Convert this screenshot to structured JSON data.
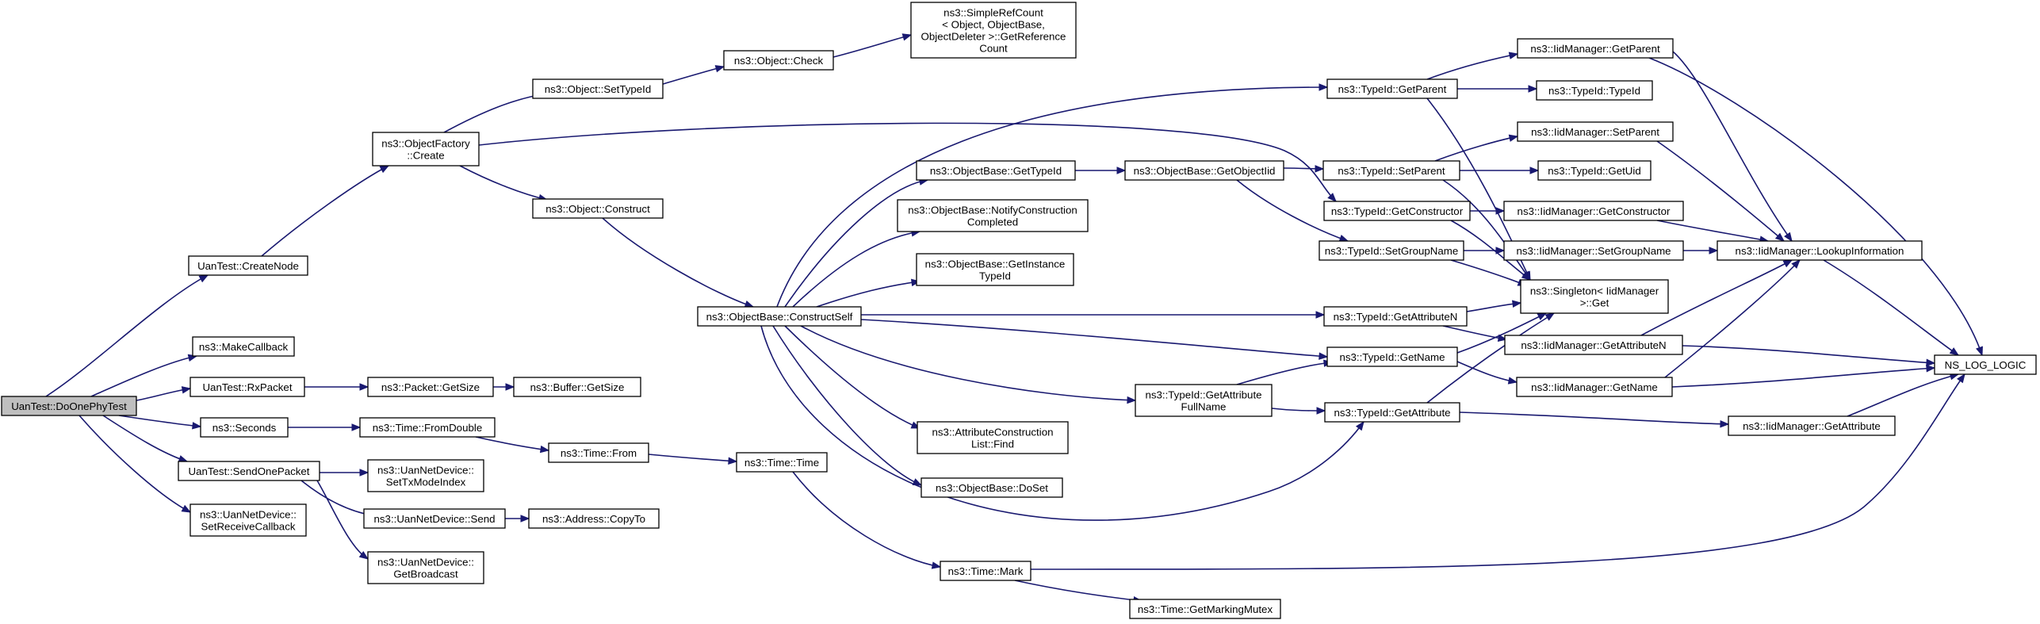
{
  "nodes": [
    {
      "id": "doOnePhyTest",
      "lines": [
        "UanTest::DoOnePhyTest"
      ],
      "root": true
    },
    {
      "id": "createNode",
      "lines": [
        "UanTest::CreateNode"
      ]
    },
    {
      "id": "makeCallback",
      "lines": [
        "ns3::MakeCallback"
      ]
    },
    {
      "id": "rxPacket",
      "lines": [
        "UanTest::RxPacket"
      ]
    },
    {
      "id": "seconds",
      "lines": [
        "ns3::Seconds"
      ]
    },
    {
      "id": "sendOnePacket",
      "lines": [
        "UanTest::SendOnePacket"
      ]
    },
    {
      "id": "setReceiveCallback",
      "lines": [
        "ns3::UanNetDevice::",
        "SetReceiveCallback"
      ]
    },
    {
      "id": "objFactoryCreate",
      "lines": [
        "ns3::ObjectFactory",
        "::Create"
      ]
    },
    {
      "id": "packetGetSize",
      "lines": [
        "ns3::Packet::GetSize"
      ]
    },
    {
      "id": "bufferGetSize",
      "lines": [
        "ns3::Buffer::GetSize"
      ]
    },
    {
      "id": "fromDouble",
      "lines": [
        "ns3::Time::FromDouble"
      ]
    },
    {
      "id": "setTxModeIndex",
      "lines": [
        "ns3::UanNetDevice::",
        "SetTxModeIndex"
      ]
    },
    {
      "id": "uanSend",
      "lines": [
        "ns3::UanNetDevice::Send"
      ]
    },
    {
      "id": "getBroadcast",
      "lines": [
        "ns3::UanNetDevice::",
        "GetBroadcast"
      ]
    },
    {
      "id": "objSetTypeId",
      "lines": [
        "ns3::Object::SetTypeId"
      ]
    },
    {
      "id": "objConstruct",
      "lines": [
        "ns3::Object::Construct"
      ]
    },
    {
      "id": "objCheck",
      "lines": [
        "ns3::Object::Check"
      ]
    },
    {
      "id": "simpleRefCount",
      "lines": [
        "ns3::SimpleRefCount",
        "< Object, ObjectBase,",
        "ObjectDeleter >::GetReference",
        "Count"
      ]
    },
    {
      "id": "timeFrom",
      "lines": [
        "ns3::Time::From"
      ]
    },
    {
      "id": "copyTo",
      "lines": [
        "ns3::Address::CopyTo"
      ]
    },
    {
      "id": "constructSelf",
      "lines": [
        "ns3::ObjectBase::ConstructSelf"
      ]
    },
    {
      "id": "timeTime",
      "lines": [
        "ns3::Time::Time"
      ]
    },
    {
      "id": "timeMark",
      "lines": [
        "ns3::Time::Mark"
      ]
    },
    {
      "id": "getMarkingMutex",
      "lines": [
        "ns3::Time::GetMarkingMutex"
      ]
    },
    {
      "id": "obGetTypeId",
      "lines": [
        "ns3::ObjectBase::GetTypeId"
      ]
    },
    {
      "id": "notifyConstruction",
      "lines": [
        "ns3::ObjectBase::NotifyConstruction",
        "Completed"
      ]
    },
    {
      "id": "getInstanceTypeId",
      "lines": [
        "ns3::ObjectBase::GetInstance",
        "TypeId"
      ]
    },
    {
      "id": "attrConstructionFind",
      "lines": [
        "ns3::AttributeConstruction",
        "List::Find"
      ]
    },
    {
      "id": "obDoSet",
      "lines": [
        "ns3::ObjectBase::DoSet"
      ]
    },
    {
      "id": "getObjectIid",
      "lines": [
        "ns3::ObjectBase::GetObjectIid"
      ]
    },
    {
      "id": "getAttributeFullName",
      "lines": [
        "ns3::TypeId::GetAttribute",
        "FullName"
      ]
    },
    {
      "id": "tidGetParent",
      "lines": [
        "ns3::TypeId::GetParent"
      ]
    },
    {
      "id": "tidSetParent",
      "lines": [
        "ns3::TypeId::SetParent"
      ]
    },
    {
      "id": "tidGetConstructor",
      "lines": [
        "ns3::TypeId::GetConstructor"
      ]
    },
    {
      "id": "tidSetGroupName",
      "lines": [
        "ns3::TypeId::SetGroupName"
      ]
    },
    {
      "id": "tidGetAttributeN",
      "lines": [
        "ns3::TypeId::GetAttributeN"
      ]
    },
    {
      "id": "tidGetName",
      "lines": [
        "ns3::TypeId::GetName"
      ]
    },
    {
      "id": "tidGetAttribute",
      "lines": [
        "ns3::TypeId::GetAttribute"
      ]
    },
    {
      "id": "iidGetParent",
      "lines": [
        "ns3::IidManager::GetParent"
      ]
    },
    {
      "id": "tidTypeId",
      "lines": [
        "ns3::TypeId::TypeId"
      ]
    },
    {
      "id": "iidSetParent",
      "lines": [
        "ns3::IidManager::SetParent"
      ]
    },
    {
      "id": "tidGetUid",
      "lines": [
        "ns3::TypeId::GetUid"
      ]
    },
    {
      "id": "iidGetConstructor",
      "lines": [
        "ns3::IidManager::GetConstructor"
      ]
    },
    {
      "id": "iidSetGroupName",
      "lines": [
        "ns3::IidManager::SetGroupName"
      ]
    },
    {
      "id": "singletonGet",
      "lines": [
        "ns3::Singleton< IidManager",
        " >::Get"
      ]
    },
    {
      "id": "iidGetAttributeN",
      "lines": [
        "ns3::IidManager::GetAttributeN"
      ]
    },
    {
      "id": "iidGetName",
      "lines": [
        "ns3::IidManager::GetName"
      ]
    },
    {
      "id": "iidGetAttribute",
      "lines": [
        "ns3::IidManager::GetAttribute"
      ]
    },
    {
      "id": "lookupInformation",
      "lines": [
        "ns3::IidManager::LookupInformation"
      ]
    },
    {
      "id": "nsLogLogic",
      "lines": [
        "NS_LOG_LOGIC"
      ]
    }
  ],
  "edges": [
    [
      "doOnePhyTest",
      "createNode"
    ],
    [
      "doOnePhyTest",
      "makeCallback"
    ],
    [
      "doOnePhyTest",
      "rxPacket"
    ],
    [
      "doOnePhyTest",
      "seconds"
    ],
    [
      "doOnePhyTest",
      "sendOnePacket"
    ],
    [
      "doOnePhyTest",
      "setReceiveCallback"
    ],
    [
      "createNode",
      "objFactoryCreate"
    ],
    [
      "objFactoryCreate",
      "objSetTypeId"
    ],
    [
      "objFactoryCreate",
      "objConstruct"
    ],
    [
      "objFactoryCreate",
      "tidGetConstructor"
    ],
    [
      "objSetTypeId",
      "objCheck"
    ],
    [
      "objCheck",
      "simpleRefCount"
    ],
    [
      "objConstruct",
      "constructSelf"
    ],
    [
      "rxPacket",
      "packetGetSize"
    ],
    [
      "packetGetSize",
      "bufferGetSize"
    ],
    [
      "seconds",
      "fromDouble"
    ],
    [
      "fromDouble",
      "timeFrom"
    ],
    [
      "timeFrom",
      "timeTime"
    ],
    [
      "timeTime",
      "timeMark"
    ],
    [
      "timeMark",
      "getMarkingMutex"
    ],
    [
      "timeMark",
      "nsLogLogic"
    ],
    [
      "sendOnePacket",
      "setTxModeIndex"
    ],
    [
      "sendOnePacket",
      "uanSend"
    ],
    [
      "sendOnePacket",
      "getBroadcast"
    ],
    [
      "uanSend",
      "copyTo"
    ],
    [
      "constructSelf",
      "tidGetParent"
    ],
    [
      "constructSelf",
      "obGetTypeId"
    ],
    [
      "constructSelf",
      "notifyConstruction"
    ],
    [
      "constructSelf",
      "getInstanceTypeId"
    ],
    [
      "constructSelf",
      "tidGetAttributeN"
    ],
    [
      "constructSelf",
      "tidGetName"
    ],
    [
      "constructSelf",
      "getAttributeFullName"
    ],
    [
      "constructSelf",
      "attrConstructionFind"
    ],
    [
      "constructSelf",
      "obDoSet"
    ],
    [
      "constructSelf",
      "tidGetAttribute"
    ],
    [
      "obGetTypeId",
      "getObjectIid"
    ],
    [
      "getObjectIid",
      "tidSetParent"
    ],
    [
      "getObjectIid",
      "tidSetGroupName"
    ],
    [
      "getAttributeFullName",
      "tidGetName"
    ],
    [
      "getAttributeFullName",
      "tidGetAttribute"
    ],
    [
      "tidGetParent",
      "iidGetParent"
    ],
    [
      "tidGetParent",
      "tidTypeId"
    ],
    [
      "tidGetParent",
      "singletonGet"
    ],
    [
      "tidSetParent",
      "iidSetParent"
    ],
    [
      "tidSetParent",
      "tidGetUid"
    ],
    [
      "tidSetParent",
      "singletonGet"
    ],
    [
      "tidGetConstructor",
      "iidGetConstructor"
    ],
    [
      "tidGetConstructor",
      "singletonGet"
    ],
    [
      "tidSetGroupName",
      "iidSetGroupName"
    ],
    [
      "tidSetGroupName",
      "singletonGet"
    ],
    [
      "tidGetAttributeN",
      "iidGetAttributeN"
    ],
    [
      "tidGetAttributeN",
      "singletonGet"
    ],
    [
      "tidGetName",
      "iidGetName"
    ],
    [
      "tidGetName",
      "singletonGet"
    ],
    [
      "tidGetAttribute",
      "iidGetAttribute"
    ],
    [
      "tidGetAttribute",
      "singletonGet"
    ],
    [
      "iidGetParent",
      "lookupInformation"
    ],
    [
      "iidGetParent",
      "nsLogLogic"
    ],
    [
      "iidSetParent",
      "lookupInformation"
    ],
    [
      "iidGetConstructor",
      "lookupInformation"
    ],
    [
      "iidSetGroupName",
      "lookupInformation"
    ],
    [
      "iidGetAttributeN",
      "lookupInformation"
    ],
    [
      "iidGetAttributeN",
      "nsLogLogic"
    ],
    [
      "iidGetName",
      "lookupInformation"
    ],
    [
      "iidGetName",
      "nsLogLogic"
    ],
    [
      "iidGetAttribute",
      "nsLogLogic"
    ],
    [
      "lookupInformation",
      "nsLogLogic"
    ]
  ]
}
